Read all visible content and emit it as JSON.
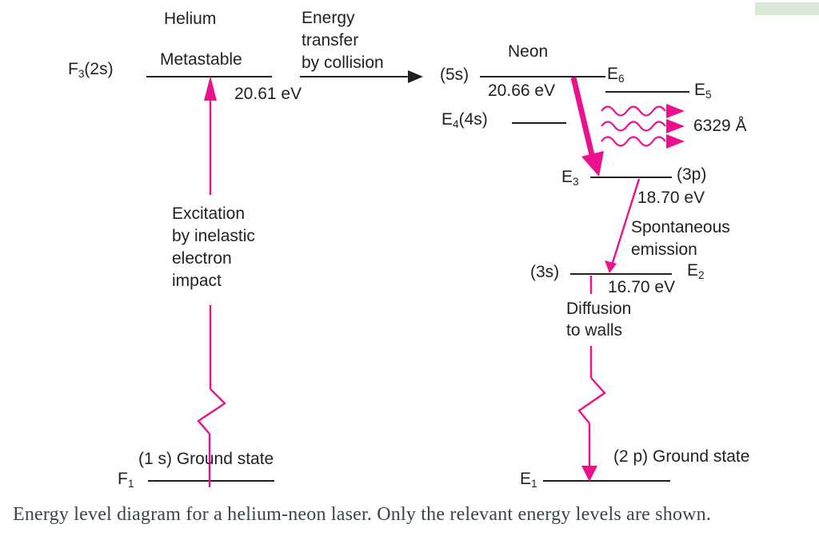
{
  "page": {
    "caption": "Energy level diagram for a helium-neon laser. Only the relevant energy levels are shown."
  },
  "colors": {
    "ink": "#231f20",
    "accent_pink": "#ec0f8e",
    "caption_color": "#3d434e",
    "highlight_green": "#d8e9d8"
  },
  "helium": {
    "title": "Helium",
    "metastable": "Metastable",
    "level_f3": {
      "pre": "F",
      "sub": "3",
      "post": "(2s)"
    },
    "energy_f3": "20.61 eV",
    "excitation": {
      "lines": [
        "Excitation",
        "by inelastic",
        "electron",
        "impact"
      ]
    },
    "ground": {
      "label": "(1 s) Ground state",
      "level": {
        "pre": "F",
        "sub": "1"
      }
    }
  },
  "transfer": {
    "lines": [
      "Energy",
      "transfer",
      "by collision"
    ]
  },
  "neon": {
    "title": "Neon",
    "level_5s": "(5s)",
    "e6": {
      "pre": "E",
      "sub": "6"
    },
    "energy_5s": "20.66 eV",
    "e5": {
      "pre": "E",
      "sub": "5"
    },
    "e4": {
      "pre": "E",
      "sub": "4",
      "post": "(4s)"
    },
    "wavelength": "6329 Å",
    "e3": {
      "pre": "E",
      "sub": "3"
    },
    "level_3p": "(3p)",
    "energy_3p": "18.70 eV",
    "spontaneous": {
      "lines": [
        "Spontaneous",
        "emission"
      ]
    },
    "level_3s": "(3s)",
    "e2": {
      "pre": "E",
      "sub": "2"
    },
    "energy_3s": "16.70 eV",
    "diffusion": {
      "lines": [
        "Diffusion",
        "to walls"
      ]
    },
    "ground": {
      "label": "(2 p) Ground state",
      "level": {
        "pre": "E",
        "sub": "1"
      }
    }
  }
}
